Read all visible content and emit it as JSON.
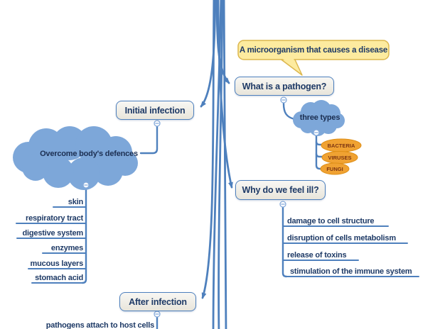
{
  "diagram": {
    "callout": {
      "text": "A microorganism that causes a disease"
    },
    "nodes": {
      "pathogen": "What is a pathogen?",
      "initial": "Initial infection",
      "why_ill": "Why do we feel ill?",
      "after": "After infection"
    },
    "clouds": {
      "three_types": "three types",
      "defences": "Overcome body's defences"
    },
    "pathogen_types": [
      "BACTERIA",
      "VIRUSES",
      "FUNGI"
    ],
    "defence_items": [
      "skin",
      "respiratory tract",
      "digestive system",
      "enzymes",
      "mucous layers",
      "stomach acid"
    ],
    "why_ill_items": [
      "damage to cell structure",
      "disruption of cells metabolism",
      "release of toxins",
      "stimulation of the immune system"
    ],
    "after_items": [
      "pathogens attach to host cells"
    ],
    "colors": {
      "branch": "#4e80bd",
      "cloud": "#7da7d9",
      "type_fill": "#f0a232",
      "type_border": "#de8f17",
      "type_text": "#7c3512",
      "callout_fill": "#fdeb9f",
      "callout_border": "#dcb74e",
      "node_text": "#1e3a66"
    }
  }
}
